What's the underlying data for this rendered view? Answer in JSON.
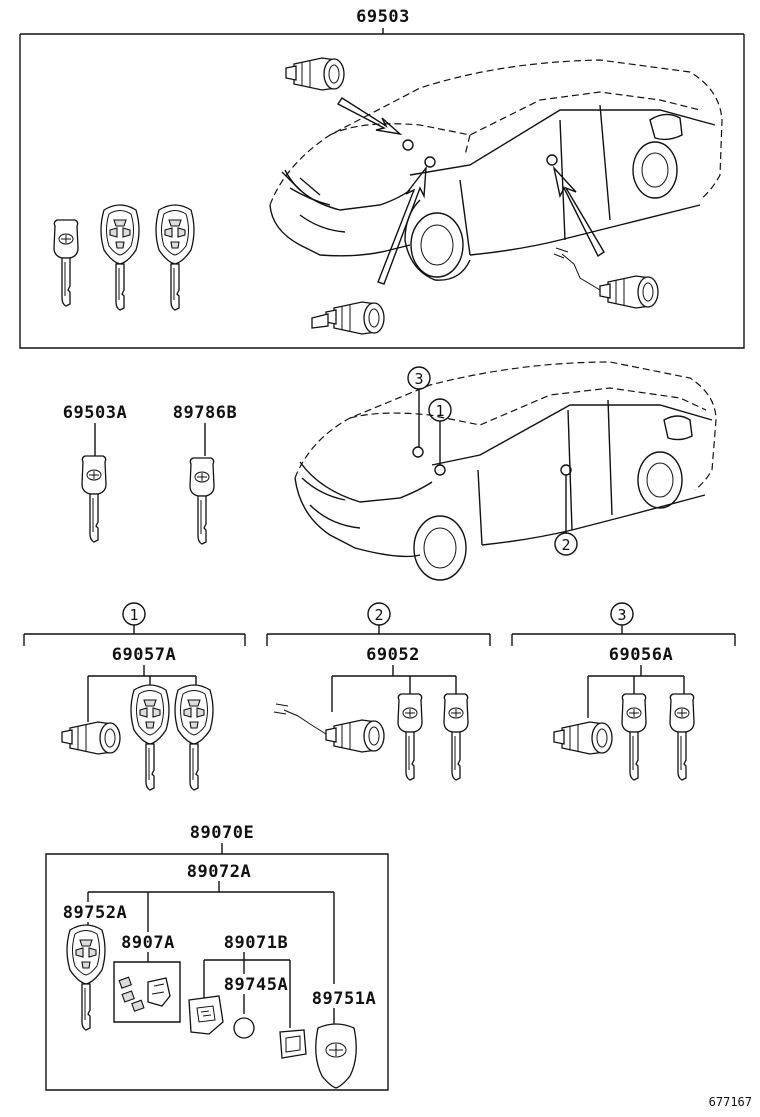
{
  "labels": {
    "main": "69503",
    "key_a": "69503A",
    "key_b": "89786B",
    "group1": "69057A",
    "group2": "69052",
    "group3": "69056A",
    "set": "89070E",
    "transmitter": "89072A",
    "key_blade": "89752A",
    "board": "8907A",
    "case": "89071B",
    "battery": "89745A",
    "cover": "89751A",
    "code": "677167"
  },
  "callouts": {
    "c1": "1",
    "c2": "2",
    "c3": "3"
  }
}
